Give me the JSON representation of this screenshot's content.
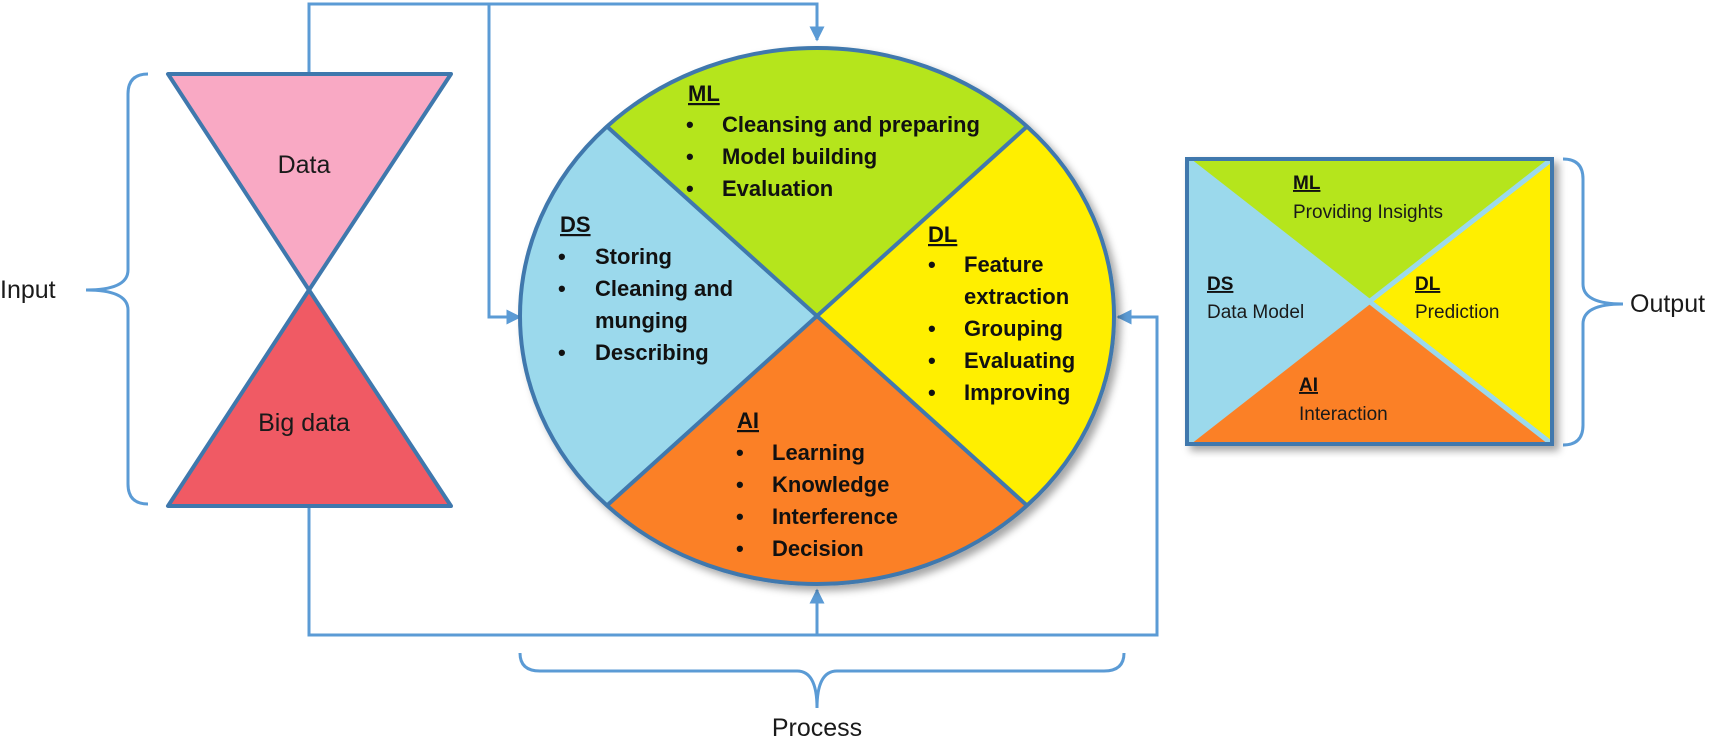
{
  "labels": {
    "input": "Input",
    "output": "Output",
    "process": "Process"
  },
  "hourglass": {
    "top": "Data",
    "bottom": "Big data"
  },
  "circle": {
    "ml": {
      "title": "ML",
      "items": [
        "Cleansing and preparing",
        "Model building",
        "Evaluation"
      ]
    },
    "ds": {
      "title": "DS",
      "items": [
        "Storing",
        "Cleaning and",
        "munging",
        "Describing"
      ]
    },
    "dl": {
      "title": "DL",
      "items": [
        "Feature",
        "extraction",
        "Grouping",
        "Evaluating",
        "Improving"
      ]
    },
    "ai": {
      "title": "AI",
      "items": [
        "Learning",
        "Knowledge",
        "Interference",
        "Decision"
      ]
    }
  },
  "output_box": {
    "ml": {
      "title": "ML",
      "text": "Providing Insights"
    },
    "ds": {
      "title": "DS",
      "text": "Data Model"
    },
    "dl": {
      "title": "DL",
      "text": "Prediction"
    },
    "ai": {
      "title": "AI",
      "text": "Interaction"
    }
  },
  "bullet": "•",
  "colors": {
    "green": "#b5e51d",
    "blue": "#9bd9ec",
    "yellow": "#ffef00",
    "orange": "#fb8027",
    "pink": "#f9a9c4",
    "red": "#f05a64",
    "stroke": "#3f78ad",
    "connector": "#5b9bd5"
  }
}
